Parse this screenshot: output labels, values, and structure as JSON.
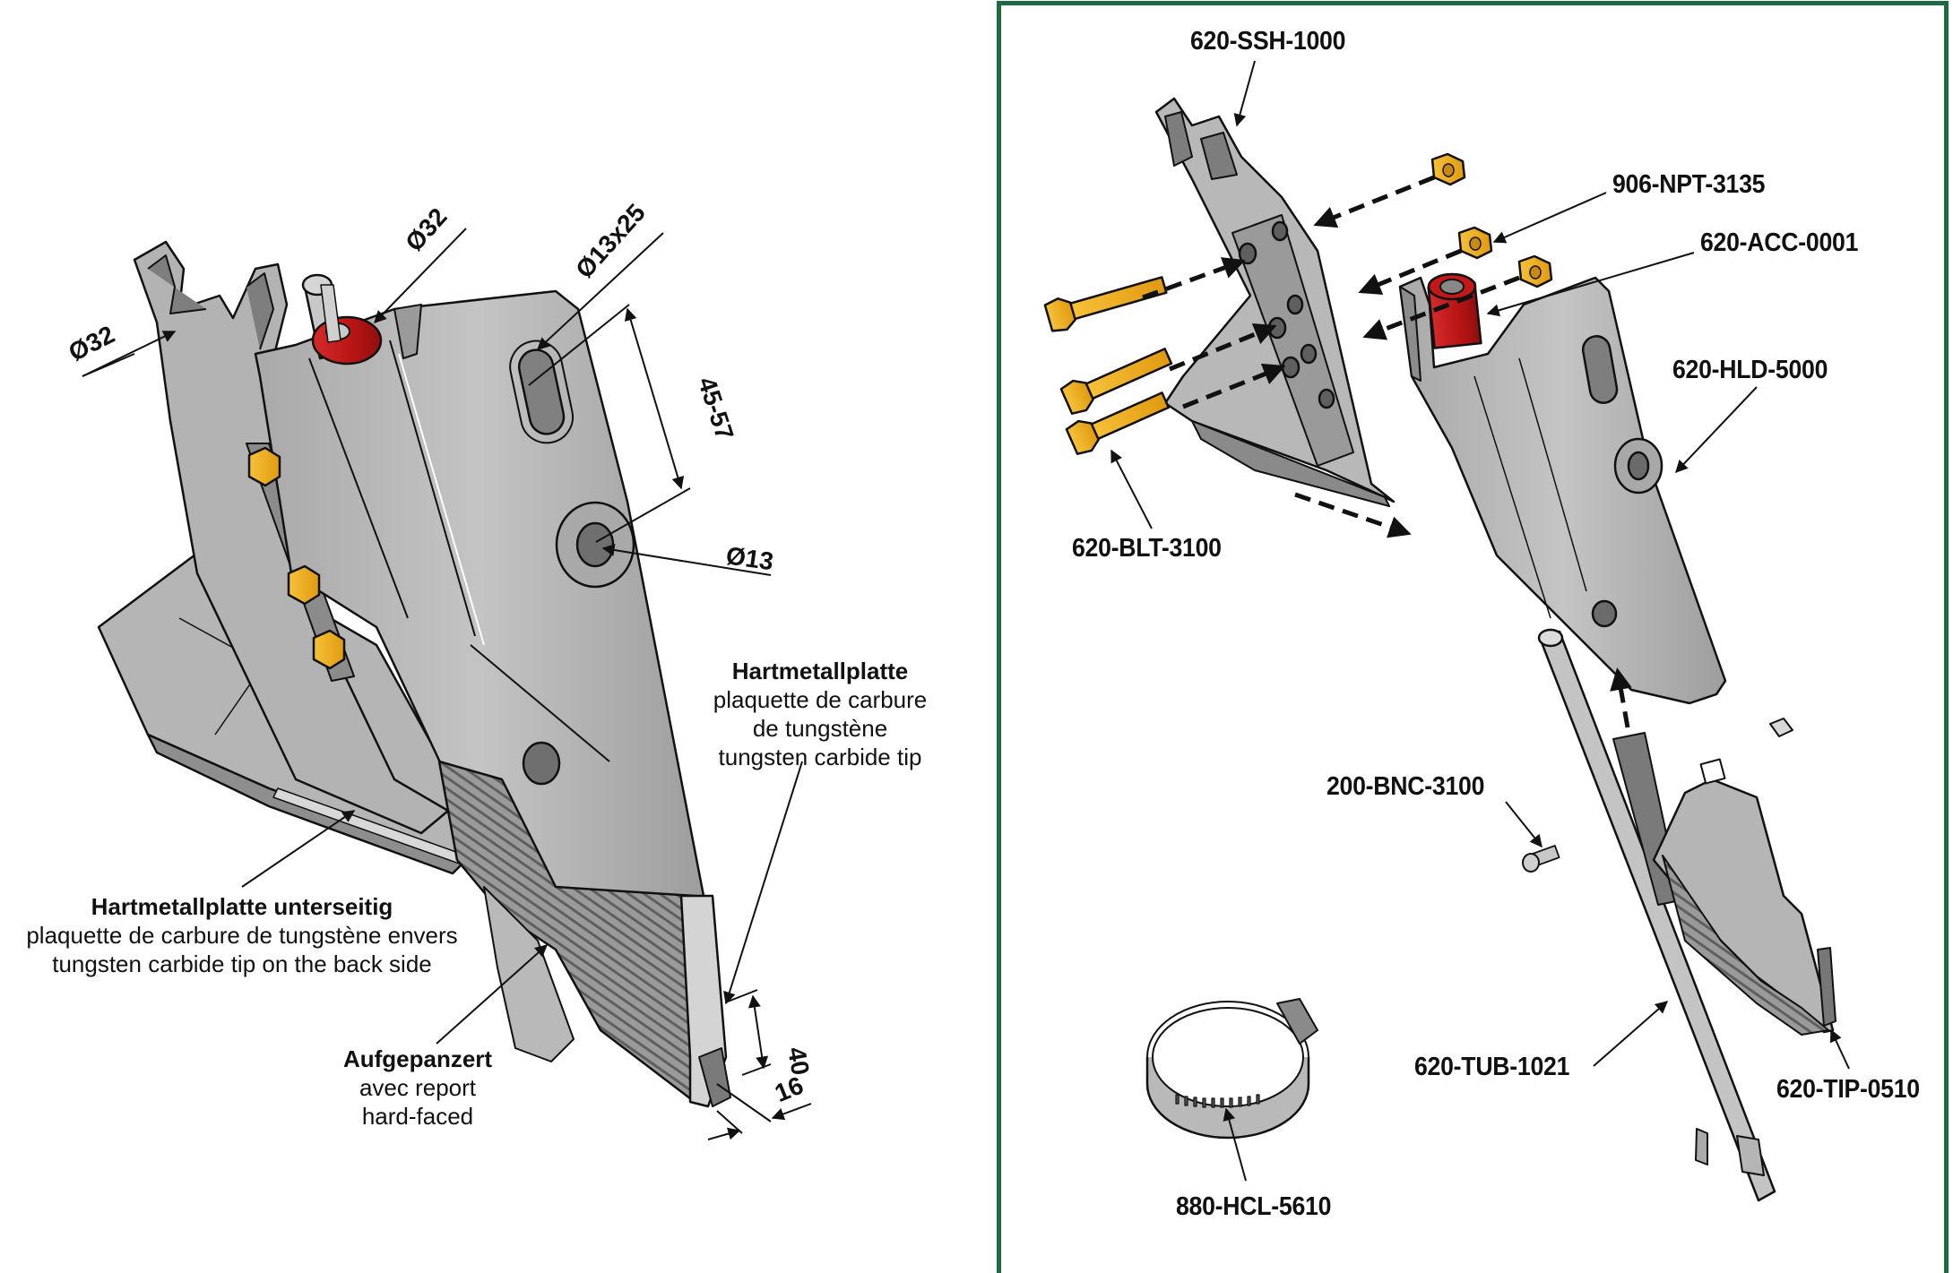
{
  "drawing": {
    "colors": {
      "frame": "#1d6b3f",
      "steel": "#b8b8b8",
      "steel_dark": "#8c8c8c",
      "steel_shadow": "#6f6f6f",
      "bushing_red": "#c0161c",
      "bolt_yellow": "#f0b020",
      "outline": "#111111"
    },
    "left_view": {
      "dimensions": {
        "pipe_dia_left": "Ø32",
        "pipe_dia_top": "Ø32",
        "slot": "Ø13x25",
        "hole_spacing": "45-57",
        "hole_dia": "Ø13",
        "tip_height": "40",
        "tip_width": "16"
      },
      "notes": {
        "tip": {
          "title": "Hartmetallplatte",
          "fr_line1": "plaquette de carbure",
          "fr_line2": "de tungstène",
          "en": "tungsten carbide tip"
        },
        "back_tip": {
          "title": "Hartmetallplatte unterseitig",
          "fr": "plaquette de carbure de tungstène envers",
          "en": "tungsten carbide tip on the back side"
        },
        "hardfaced": {
          "title": "Aufgepanzert",
          "fr": "avec report",
          "en": "hard-faced"
        }
      }
    },
    "exploded_view": {
      "parts": [
        {
          "id": "shank",
          "code": "620-SSH-1000"
        },
        {
          "id": "nut",
          "code": "906-NPT-3135"
        },
        {
          "id": "bushing",
          "code": "620-ACC-0001"
        },
        {
          "id": "holder",
          "code": "620-HLD-5000"
        },
        {
          "id": "bolt",
          "code": "620-BLT-3100"
        },
        {
          "id": "screw",
          "code": "200-BNC-3100"
        },
        {
          "id": "tube",
          "code": "620-TUB-1021"
        },
        {
          "id": "tip",
          "code": "620-TIP-0510"
        },
        {
          "id": "hose-clamp",
          "code": "880-HCL-5610"
        }
      ]
    }
  }
}
